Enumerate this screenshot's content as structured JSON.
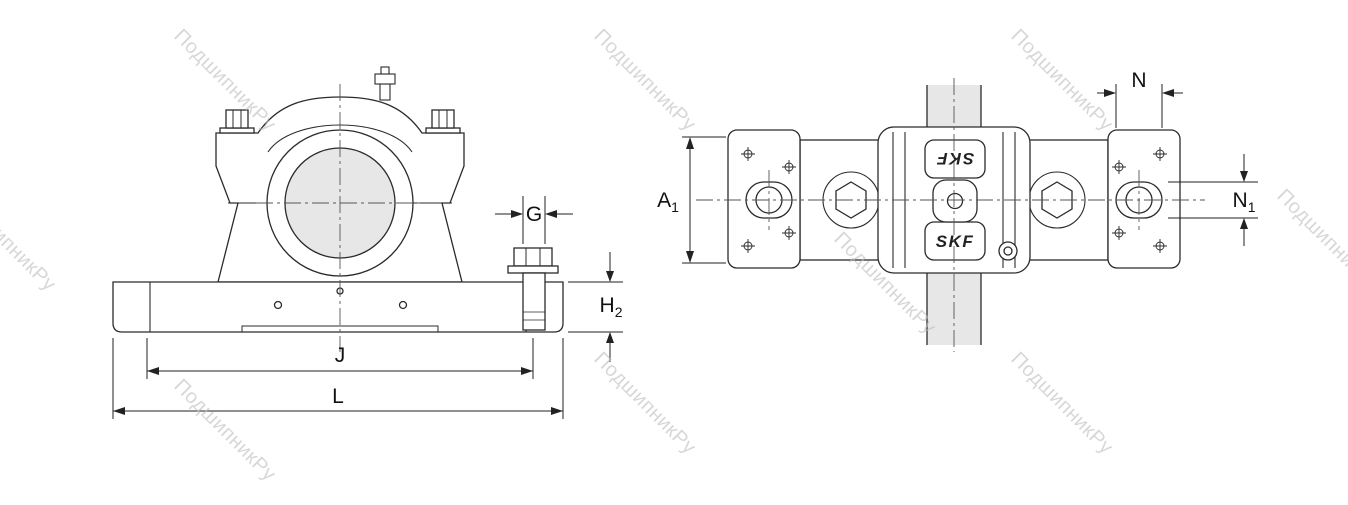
{
  "watermark": {
    "text": "ПодшипникРу",
    "color": "#bdbdbd",
    "positions": [
      [
        185,
        25
      ],
      [
        605,
        25
      ],
      [
        1022,
        25
      ],
      [
        -35,
        185
      ],
      [
        845,
        228
      ],
      [
        1288,
        185
      ],
      [
        185,
        375
      ],
      [
        605,
        348
      ],
      [
        1022,
        348
      ]
    ]
  },
  "colors": {
    "line": "#2b2b2b",
    "shaded_fill": "#e7e7e7",
    "dimension_line": "#222222"
  },
  "front_view": {
    "label_g": "G",
    "label_h2": {
      "main": "H",
      "sub": "2"
    },
    "label_j": "J",
    "label_l": "L"
  },
  "top_view": {
    "label_a1": {
      "main": "A",
      "sub": "1"
    },
    "label_n": "N",
    "label_n1": {
      "main": "N",
      "sub": "1"
    },
    "logo_top": "SKF",
    "logo_bottom": "SKF"
  }
}
